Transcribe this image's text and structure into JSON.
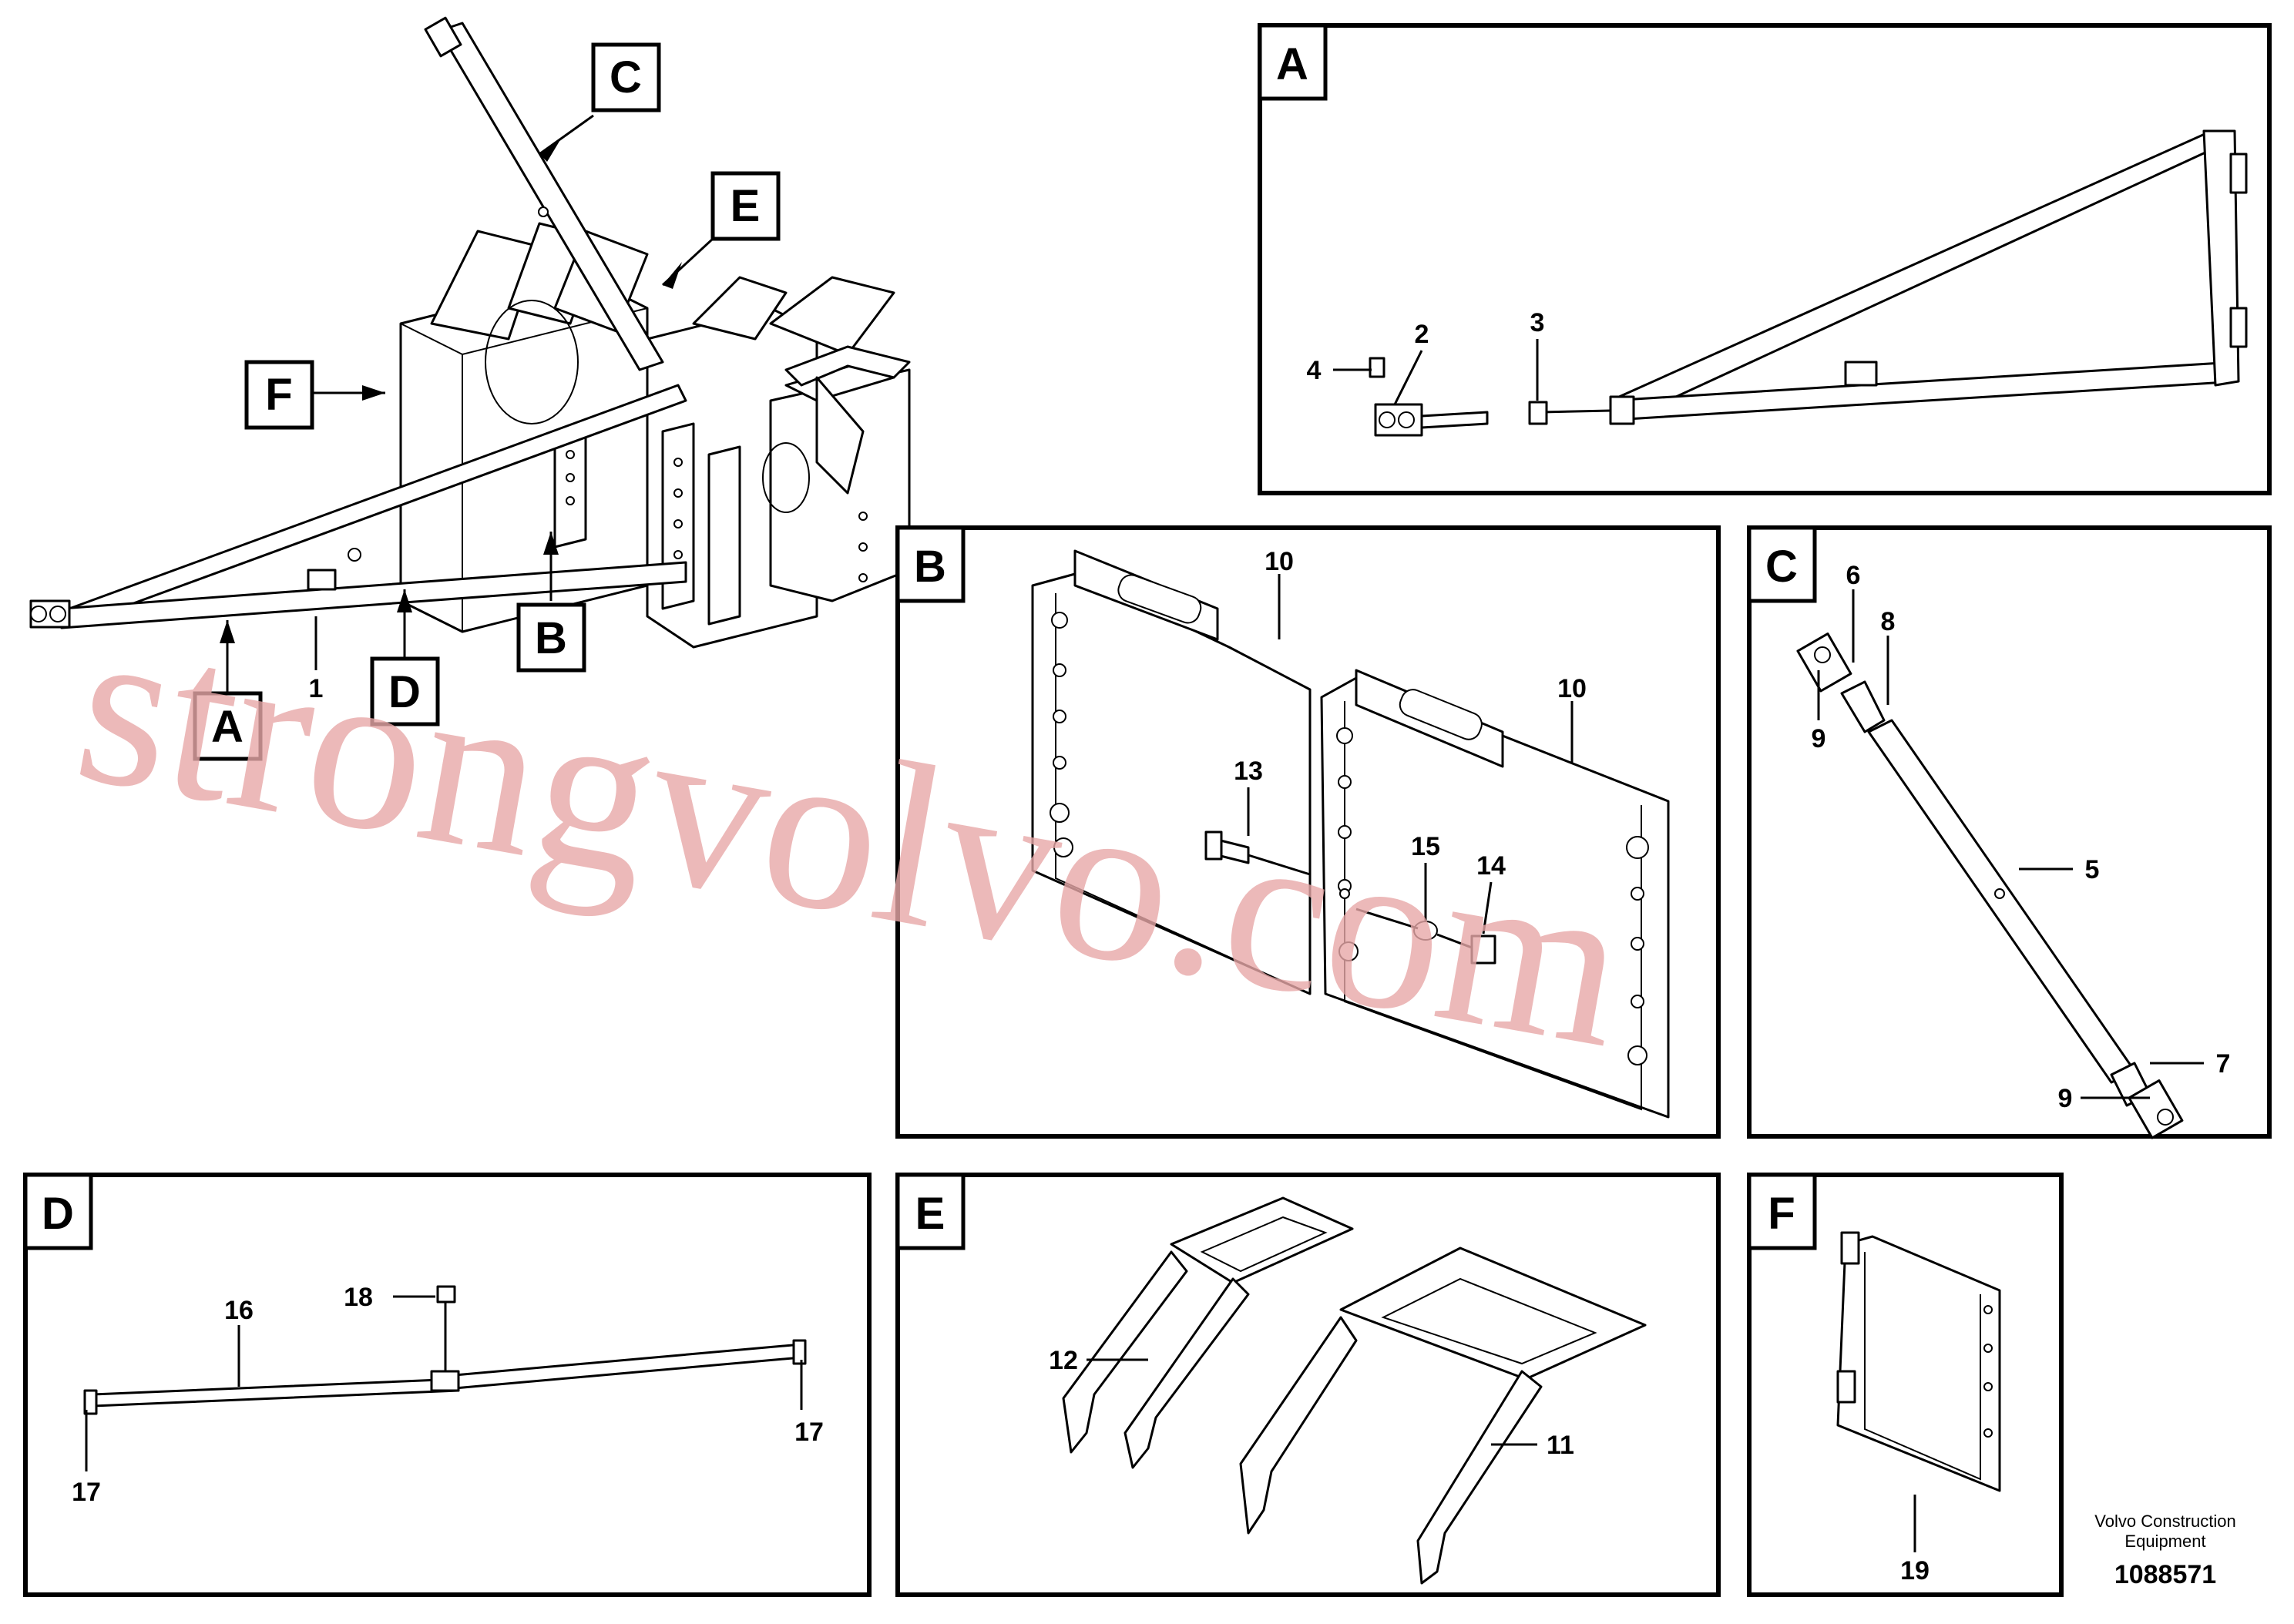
{
  "views": {
    "A": "A",
    "B": "B",
    "C": "C",
    "D": "D",
    "E": "E",
    "F": "F"
  },
  "callouts": {
    "c1": "1",
    "c2": "2",
    "c3": "3",
    "c4": "4",
    "c5": "5",
    "c6": "6",
    "c7": "7",
    "c8": "8",
    "c9a": "9",
    "c9b": "9",
    "c10a": "10",
    "c10b": "10",
    "c11": "11",
    "c12": "12",
    "c13": "13",
    "c14": "14",
    "c15": "15",
    "c16": "16",
    "c17a": "17",
    "c17b": "17",
    "c18": "18",
    "c19": "19"
  },
  "watermark": "strongvolvo.com",
  "credit": {
    "line1": "Volvo Construction",
    "line2": "Equipment",
    "part_number": "1088571"
  }
}
